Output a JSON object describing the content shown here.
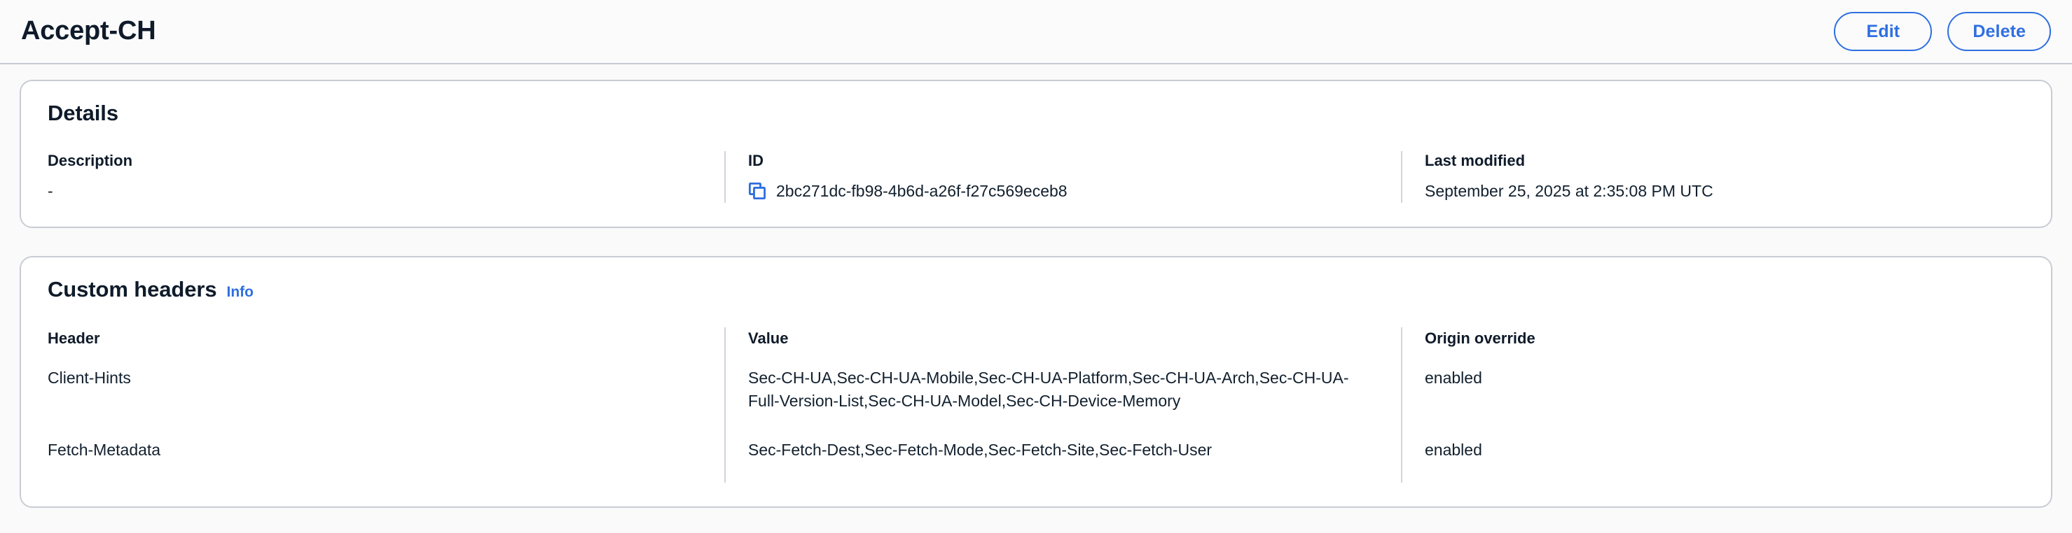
{
  "header": {
    "title": "Accept-CH",
    "actions": [
      {
        "name": "edit-button",
        "label": "Edit"
      },
      {
        "name": "delete-button",
        "label": "Delete"
      }
    ]
  },
  "details": {
    "section_title": "Details",
    "fields": {
      "description": {
        "label": "Description",
        "value": "-"
      },
      "id": {
        "label": "ID",
        "value": "2bc271dc-fb98-4b6d-a26f-f27c569eceb8",
        "copy_icon": "copy-icon"
      },
      "last_modified": {
        "label": "Last modified",
        "value": "September 25, 2025 at 2:35:08 PM UTC"
      }
    }
  },
  "custom_headers": {
    "section_title": "Custom headers",
    "info_label": "Info",
    "columns": [
      "Header",
      "Value",
      "Origin override"
    ],
    "rows": [
      {
        "header": "Client-Hints",
        "value": "Sec-CH-UA,Sec-CH-UA-Mobile,Sec-CH-UA-Platform,Sec-CH-UA-Arch,Sec-CH-UA-Full-Version-List,Sec-CH-UA-Model,Sec-CH-Device-Memory",
        "origin_override": "enabled"
      },
      {
        "header": "Fetch-Metadata",
        "value": "Sec-Fetch-Dest,Sec-Fetch-Mode,Sec-Fetch-Site,Sec-Fetch-User",
        "origin_override": "enabled"
      }
    ]
  },
  "colors": {
    "accent": "#2f6fe0",
    "page_background": "#fafafa",
    "card_background": "#ffffff",
    "card_border": "#c9ccd4",
    "text": "#0f1b2a",
    "divider": "#d1d4dc"
  }
}
